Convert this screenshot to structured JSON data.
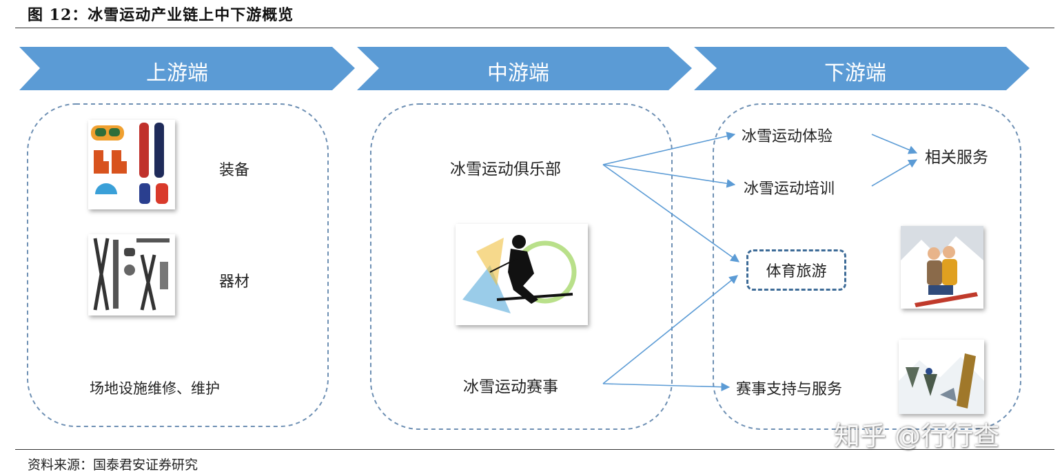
{
  "figure": {
    "title": "图 12：冰雪运动产业链上中下游概览",
    "source": "资料来源：国泰君安证券研究"
  },
  "stages": {
    "upstream": "上游端",
    "midstream": "中游端",
    "downstream": "下游端"
  },
  "upstream": {
    "equipment": "装备",
    "gear": "器材",
    "maintenance": "场地设施维修、维护"
  },
  "midstream": {
    "club": "冰雪运动俱乐部",
    "events": "冰雪运动赛事"
  },
  "downstream": {
    "experience": "冰雪运动体验",
    "training": "冰雪运动培训",
    "related": "相关服务",
    "tourism": "体育旅游",
    "event_support": "赛事支持与服务"
  },
  "watermark": "知乎 @行行查",
  "colors": {
    "banner": "#5b9bd5",
    "dashed_border": "#6d8fb3",
    "arrow": "#5b9bd5",
    "tourism_border": "#3d6b97"
  }
}
